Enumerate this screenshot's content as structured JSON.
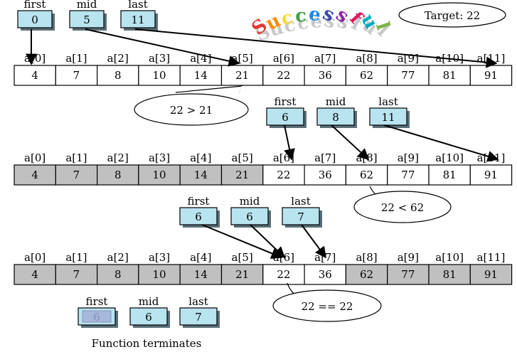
{
  "target": "Target: 22",
  "successful": "Successful",
  "stage1": {
    "pointers": [
      {
        "label": "first",
        "value": "0"
      },
      {
        "label": "mid",
        "value": "5"
      },
      {
        "label": "last",
        "value": "11"
      }
    ],
    "indices": [
      "a[0]",
      "a[1]",
      "a[2]",
      "a[3]",
      "a[4]",
      "a[5]",
      "a[6]",
      "a[7]",
      "a[8]",
      "a[9]",
      "a[10]",
      "a[11]"
    ],
    "values": [
      "4",
      "7",
      "8",
      "10",
      "14",
      "21",
      "22",
      "36",
      "62",
      "77",
      "81",
      "91"
    ],
    "shaded": [
      false,
      false,
      false,
      false,
      false,
      false,
      false,
      false,
      false,
      false,
      false,
      false
    ],
    "bubble": "22  > 21"
  },
  "stage2": {
    "pointers": [
      {
        "label": "first",
        "value": "6"
      },
      {
        "label": "mid",
        "value": "8"
      },
      {
        "label": "last",
        "value": "11"
      }
    ],
    "indices": [
      "a[0]",
      "a[1]",
      "a[2]",
      "a[3]",
      "a[4]",
      "a[5]",
      "a[6]",
      "a[7]",
      "a[8]",
      "a[9]",
      "a[10]",
      "a[11]"
    ],
    "values": [
      "4",
      "7",
      "8",
      "10",
      "14",
      "21",
      "22",
      "36",
      "62",
      "77",
      "81",
      "91"
    ],
    "shaded": [
      true,
      true,
      true,
      true,
      true,
      true,
      false,
      false,
      false,
      false,
      false,
      false
    ],
    "bubble": "22  < 62"
  },
  "stage3": {
    "pointers": [
      {
        "label": "first",
        "value": "6"
      },
      {
        "label": "mid",
        "value": "6"
      },
      {
        "label": "last",
        "value": "7"
      }
    ],
    "indices": [
      "a[0]",
      "a[1]",
      "a[2]",
      "a[3]",
      "a[4]",
      "a[5]",
      "a[6]",
      "a[7]",
      "a[8]",
      "a[9]",
      "a[10]",
      "a[11]"
    ],
    "values": [
      "4",
      "7",
      "8",
      "10",
      "14",
      "21",
      "22",
      "36",
      "62",
      "77",
      "81",
      "91"
    ],
    "shaded": [
      true,
      true,
      true,
      true,
      true,
      true,
      false,
      false,
      true,
      true,
      true,
      true
    ],
    "bubble": "22  ==    22"
  },
  "final": {
    "pointers": [
      {
        "label": "first",
        "value": "6"
      },
      {
        "label": "mid",
        "value": "6"
      },
      {
        "label": "last",
        "value": "7"
      }
    ],
    "caption": "Function terminates"
  },
  "colors": {
    "pointer_fill": "#b8e4f0",
    "pointer_shadow": "#5a6e78",
    "shaded_cell": "#c0c0c0",
    "faded_fill": "#a8b8dc",
    "line": "#000000"
  },
  "successful_letter_colors": [
    "#e53935",
    "#fb8c00",
    "#fdd835",
    "#43a047",
    "#1e88e5",
    "#3949ab",
    "#8e24aa",
    "#d81b60",
    "#00acc1",
    "#7cb342"
  ]
}
